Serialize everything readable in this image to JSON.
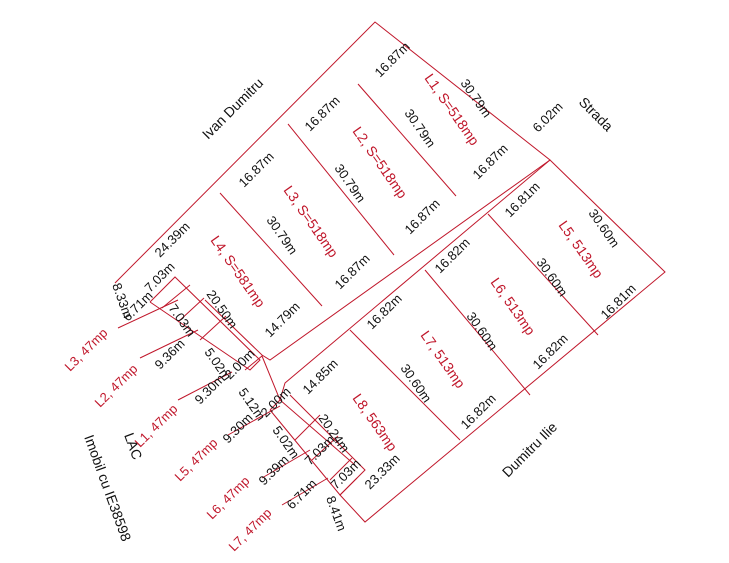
{
  "streets": {
    "ivan": "Ivan Dumitru",
    "strada": "Strada",
    "ilie": "Dumitru Ilie"
  },
  "note": {
    "lac": "LAC",
    "imobil": "Imobil cu IE38598"
  },
  "lots_top": {
    "l1": "L1, S=518mp",
    "l2": "L2, S=518mp",
    "l3": "L3, S=518mp",
    "l4": "L4, S=581mp"
  },
  "lots_bottom": {
    "l5": "L5, 513mp",
    "l6": "L6, 513mp",
    "l7": "L7, 513mp",
    "l8": "L8, 563mp"
  },
  "lots_small": {
    "l1": "L1, 47mp",
    "l2": "L2, 47mp",
    "l3": "L3, 47mp",
    "l5": "L5, 47mp",
    "l6": "L6, 47mp",
    "l7": "L7, 47mp"
  },
  "dims": {
    "d16_87": "16.87m",
    "d30_79": "30.79m",
    "d6_02": "6.02m",
    "d24_39": "24.39m",
    "d20_50": "20.50m",
    "d14_79": "14.79m",
    "d16_81": "16.81m",
    "d16_82": "16.82m",
    "d30_60": "30.60m",
    "d14_85": "14.85m",
    "d20_24": "20.24m",
    "d23_33": "23.33m",
    "d8_33": "8.33m",
    "d7_03": "7.03m",
    "d6_71": "6.71m",
    "d9_36": "9.36m",
    "d5_02": "5.02m",
    "d2_00": "2.00m",
    "d9_30": "9.30m",
    "d5_12": "5.12m",
    "d9_39": "9.39m",
    "d8_41": "8.41m"
  }
}
